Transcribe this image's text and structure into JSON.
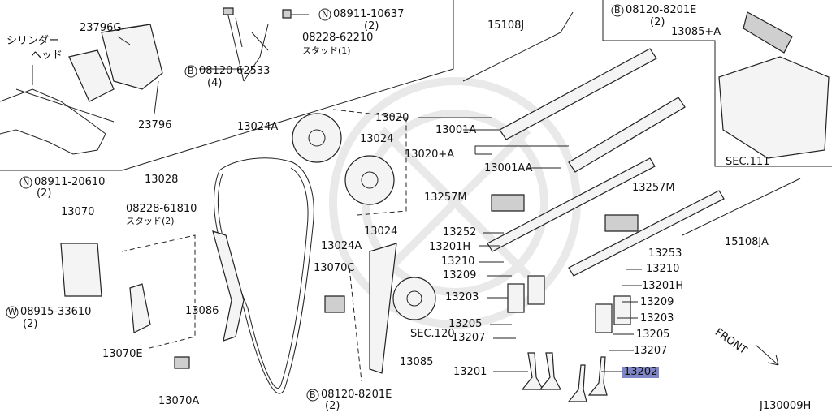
{
  "labels": {
    "sec_jp_1": "シリンダー",
    "sec_jp_2": "ヘッド",
    "p23796G": "23796G",
    "p23796": "23796",
    "n08911_10637": "08911-10637",
    "n08911_10637_qty": "(2)",
    "p08228_62210": "08228-62210",
    "p08228_62210_sub": "スタッド(1)",
    "b08120_62533": "08120-62533",
    "b08120_62533_qty": "(4)",
    "p15108J": "15108J",
    "b08120_8201E_top": "08120-8201E",
    "b08120_8201E_top_qty": "(2)",
    "p13085A": "13085+A",
    "p13020": "13020",
    "p13001A": "13001A",
    "p13020A": "13020+A",
    "p13001AA": "13001AA",
    "sec111": "SEC.111",
    "p13024A_top": "13024A",
    "p13024_top": "13024",
    "p13028": "13028",
    "n08911_20610": "08911-20610",
    "n08911_20610_qty": "(2)",
    "p13070": "13070",
    "p08228_61810": "08228-61810",
    "p08228_61810_sub": "スタッド(2)",
    "p13024_low": "13024",
    "p13024A_low": "13024A",
    "p13257M_left": "13257M",
    "p13257M_right": "13257M",
    "p15108JA": "15108JA",
    "p13252": "13252",
    "p13253": "13253",
    "p13201H_left": "13201H",
    "p13210_left": "13210",
    "p13210_right": "13210",
    "p13209_left": "13209",
    "p13201H_right": "13201H",
    "p13070C": "13070C",
    "p13086": "13086",
    "p13203_left": "13203",
    "p13209_right": "13209",
    "w08915_33610": "08915-33610",
    "w08915_33610_qty": "(2)",
    "p13203_right": "13203",
    "p13205_left": "13205",
    "p13205_right": "13205",
    "sec120": "SEC.120",
    "p13070E": "13070E",
    "p13207_left": "13207",
    "p13207_right": "13207",
    "p13085": "13085",
    "front": "FRONT",
    "p13201": "13201",
    "p13202": "13202",
    "b08120_8201E_low": "08120-8201E",
    "b08120_8201E_low_qty": "(2)",
    "p13070A": "13070A",
    "diagram_code": "J130009H",
    "prefix_N": "N",
    "prefix_B": "B",
    "prefix_W": "W"
  },
  "colors": {
    "highlight": "#7f86c8",
    "line": "#222222"
  },
  "icons": [
    "circle-n-icon",
    "circle-b-icon",
    "circle-w-icon",
    "front-arrow-icon"
  ]
}
